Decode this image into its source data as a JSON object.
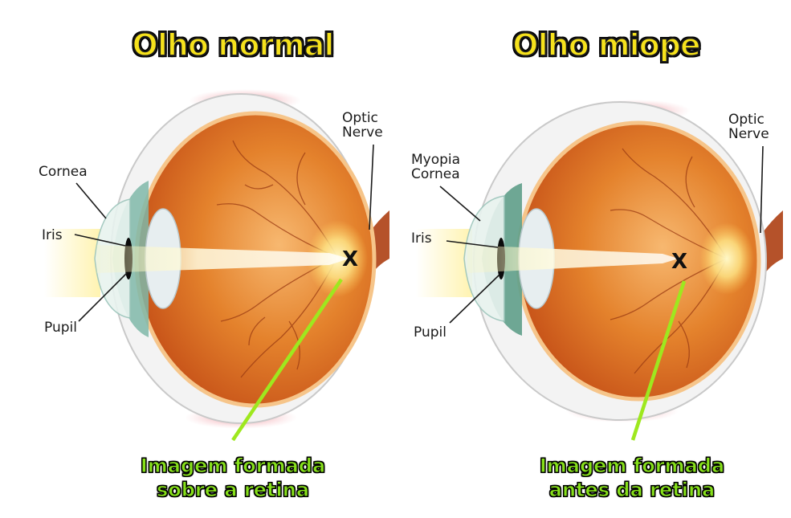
{
  "titles": {
    "normal": "Olho normal",
    "myopic": "Olho miope"
  },
  "left_eye": {
    "cornea": "Cornea",
    "iris": "Iris",
    "pupil": "Pupil",
    "optic_nerve_line1": "Optic",
    "optic_nerve_line2": "Nerve",
    "focus_mark": "X",
    "caption_line1": "Imagem formada",
    "caption_line2": "sobre a retina"
  },
  "right_eye": {
    "cornea_line1": "Myopia",
    "cornea_line2": "Cornea",
    "iris": "Iris",
    "pupil": "Pupil",
    "optic_nerve_line1": "Optic",
    "optic_nerve_line2": "Nerve",
    "focus_mark": "X",
    "caption_line1": "Imagem formada",
    "caption_line2": "antes da retina"
  },
  "colors": {
    "title_fill": "#f6e21c",
    "caption_fill": "#86e01a",
    "pointer_line": "#9ee81e",
    "eyeball": "#e06a1e",
    "sclera_blush": "#f2a0a8"
  }
}
